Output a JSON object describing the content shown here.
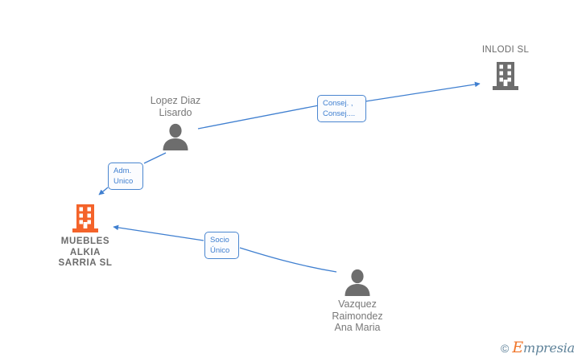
{
  "diagram": {
    "type": "corporate-relationship-graph",
    "background": "#ffffff",
    "colors": {
      "company_highlight": "#f4632a",
      "company_default": "#6d6d6d",
      "person": "#6d6d6d",
      "edge": "#3f7fd0",
      "edge_label_text": "#3f7fd0",
      "edge_label_border": "#4a86d0",
      "node_label_text": "#6d6d6d",
      "watermark_accent": "#f0762b",
      "watermark_text": "#5e8299"
    },
    "nodes": [
      {
        "id": "inlodi",
        "kind": "company",
        "icon": "building-icon",
        "label": "INLODI SL",
        "highlight": false
      },
      {
        "id": "lopez",
        "kind": "person",
        "icon": "person-icon",
        "label": "Lopez Diaz\nLisardo"
      },
      {
        "id": "muebles",
        "kind": "company",
        "icon": "building-icon",
        "label": "MUEBLES\nALKIA\nSARRIA  SL",
        "highlight": true
      },
      {
        "id": "vazquez",
        "kind": "person",
        "icon": "person-icon",
        "label": "Vazquez\nRaimondez\nAna Maria"
      }
    ],
    "edges": [
      {
        "id": "lopez-inlodi",
        "from": "lopez",
        "to": "inlodi",
        "label": "Consej. ,\nConsej....",
        "arrow": "to"
      },
      {
        "id": "lopez-muebles",
        "from": "lopez",
        "to": "muebles",
        "label": "Adm.\nUnico",
        "arrow": "to"
      },
      {
        "id": "vazquez-muebles",
        "from": "vazquez",
        "to": "muebles",
        "label": "Socio\nÚnico",
        "arrow": "to"
      }
    ]
  },
  "watermark": {
    "copyright": "©",
    "brand_initial": "E",
    "brand_rest": "mpresia"
  }
}
